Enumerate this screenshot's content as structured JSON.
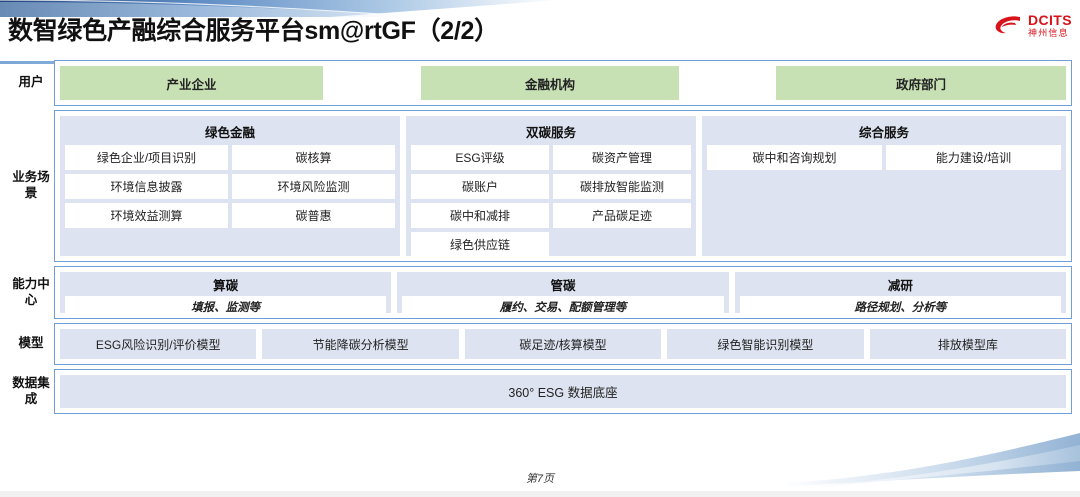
{
  "header": {
    "title": "数智绿色产融综合服务平台sm@rtGF（2/2）",
    "logo_en": "DCITS",
    "logo_cn": "神州信息"
  },
  "colors": {
    "user_green": "#c7e0b4",
    "panel_blue": "#dde3f0",
    "border_blue": "#6f9fd8",
    "logo_red": "#d8131a"
  },
  "rows": {
    "user": {
      "label": "用户",
      "items": [
        {
          "label": "产业企业"
        },
        {
          "label": "金融机构"
        },
        {
          "label": "政府部门"
        }
      ]
    },
    "business": {
      "label": "业务场景",
      "groups": [
        {
          "title": "绿色金融",
          "items": [
            "绿色企业/项目识别",
            "碳核算",
            "环境信息披露",
            "环境风险监测",
            "环境效益测算",
            "碳普惠"
          ]
        },
        {
          "title": "双碳服务",
          "items": [
            "ESG评级",
            "碳资产管理",
            "碳账户",
            "碳排放智能监测",
            "碳中和减排",
            "产品碳足迹",
            "绿色供应链"
          ]
        },
        {
          "title": "综合服务",
          "items": [
            "碳中和咨询规划",
            "能力建设/培训"
          ]
        }
      ]
    },
    "capability": {
      "label": "能力中心",
      "groups": [
        {
          "title": "算碳",
          "subtitle": "填报、监测等"
        },
        {
          "title": "管碳",
          "subtitle": "履约、交易、配额管理等"
        },
        {
          "title": "减研",
          "subtitle": "路径规划、分析等"
        }
      ]
    },
    "model": {
      "label": "模型",
      "items": [
        "ESG风险识别/评价模型",
        "节能降碳分析模型",
        "碳足迹/核算模型",
        "绿色智能识别模型",
        "排放模型库"
      ]
    },
    "data": {
      "label": "数据集成",
      "bar_label": "360° ESG 数据底座"
    }
  },
  "footer": {
    "page_label": "第7页"
  }
}
